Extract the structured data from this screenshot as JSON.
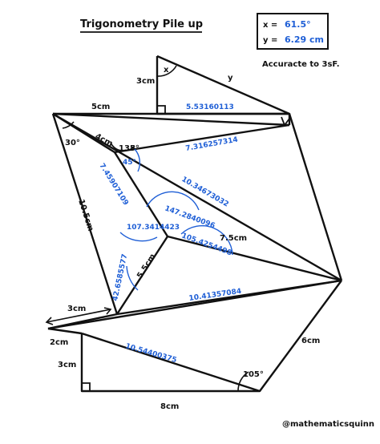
{
  "title": "Trigonometry Pile up",
  "answers": {
    "x_label": "x =",
    "x_value": "61.5°",
    "y_label": "y =",
    "y_value": "6.29 cm",
    "accuracy_note": "Accuracte to 3sF."
  },
  "given_labels": {
    "angle_x": "x",
    "side_3cm_top": "3cm",
    "side_y": "y",
    "side_5cm": "5cm",
    "side_4cm": "4cm",
    "angle_135": "135°",
    "angle_30": "30°",
    "side_10_5cm": "10.5cm",
    "side_5_5cm": "5.5cm",
    "side_7_5cm": "7.5cm",
    "side_3cm_mid": "3cm",
    "side_2cm": "2cm",
    "side_3cm_bottom": "3cm",
    "side_6cm": "6cm",
    "angle_105": "105°",
    "side_8cm": "8cm"
  },
  "working_labels": {
    "w_5531": "5.53160113",
    "w_7316": "7.316257314",
    "w_45": "45°",
    "w_7459": "7.45907109",
    "w_10346": "10.34673032",
    "w_147": "147.2840096",
    "w_107": "107.3414423",
    "w_105": "105.4254498",
    "w_42": "42.6585577",
    "w_10413": "10.41357084",
    "w_10544": "10.54400375"
  },
  "credit": "@mathematicsquinn"
}
